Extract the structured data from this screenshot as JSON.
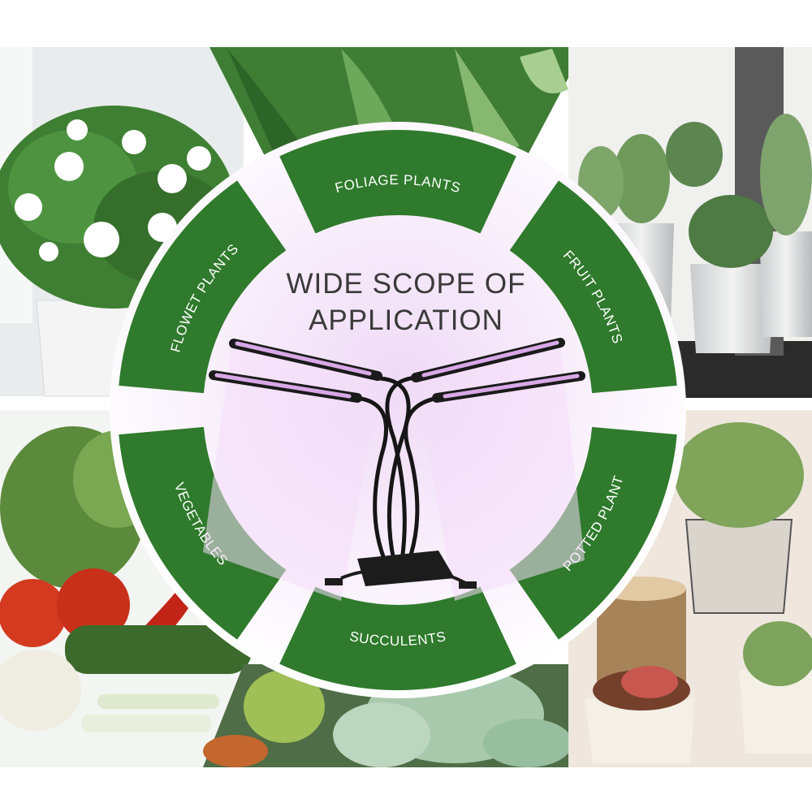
{
  "headline": {
    "line1": "WIDE SCOPE OF",
    "line2": "APPLICATION"
  },
  "segments": [
    {
      "key": "foliage",
      "label": "FOLIAGE PLANTS"
    },
    {
      "key": "fruit",
      "label": "FRUIT PLANTS"
    },
    {
      "key": "potted",
      "label": "POTTED PLANT"
    },
    {
      "key": "succulents",
      "label": "SUCCULENTS"
    },
    {
      "key": "vegetables",
      "label": "VEGETABLES"
    },
    {
      "key": "flower",
      "label": "FLOWET PLANTS"
    }
  ],
  "colors": {
    "segment_green": "#2f7a2c",
    "title_text": "#3a3a3a",
    "lamp_glow": "#e6c8f2",
    "background": "#ffffff"
  },
  "icons": [
    "grow-lamp-icon"
  ]
}
